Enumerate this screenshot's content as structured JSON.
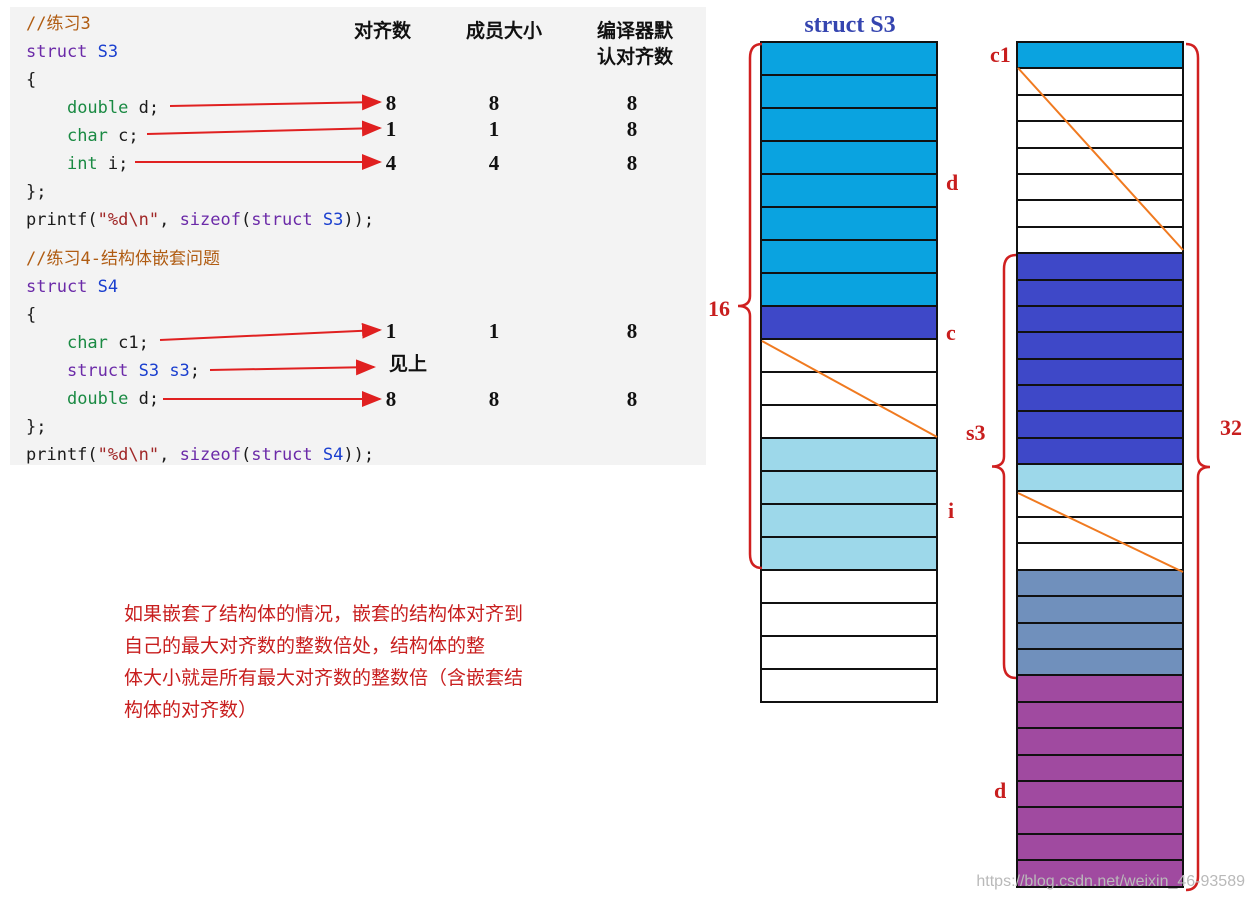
{
  "code": {
    "lines": [
      {
        "parts": [
          {
            "t": "//练习3",
            "c": "comment"
          }
        ]
      },
      {
        "parts": [
          {
            "t": "struct ",
            "c": "kw"
          },
          {
            "t": "S3",
            "c": "ident"
          }
        ]
      },
      {
        "parts": [
          {
            "t": "{",
            "c": ""
          }
        ]
      },
      {
        "parts": [
          {
            "t": "    ",
            "c": ""
          },
          {
            "t": "double",
            "c": "type"
          },
          {
            "t": " d;",
            "c": ""
          }
        ]
      },
      {
        "parts": [
          {
            "t": "    ",
            "c": ""
          },
          {
            "t": "char",
            "c": "type"
          },
          {
            "t": " c;",
            "c": ""
          }
        ]
      },
      {
        "parts": [
          {
            "t": "    ",
            "c": ""
          },
          {
            "t": "int",
            "c": "type"
          },
          {
            "t": " i;",
            "c": ""
          }
        ]
      },
      {
        "parts": [
          {
            "t": "};",
            "c": ""
          }
        ]
      },
      {
        "parts": [
          {
            "t": "printf(",
            "c": ""
          },
          {
            "t": "\"%d\\n\"",
            "c": "str"
          },
          {
            "t": ", ",
            "c": ""
          },
          {
            "t": "sizeof",
            "c": "kw"
          },
          {
            "t": "(",
            "c": ""
          },
          {
            "t": "struct",
            "c": "kw"
          },
          {
            "t": " ",
            "c": ""
          },
          {
            "t": "S3",
            "c": "ident"
          },
          {
            "t": "));",
            "c": ""
          }
        ]
      },
      {
        "parts": [
          {
            "t": "//练习4-结构体嵌套问题",
            "c": "comment"
          }
        ]
      },
      {
        "parts": [
          {
            "t": "struct ",
            "c": "kw"
          },
          {
            "t": "S4",
            "c": "ident"
          }
        ]
      },
      {
        "parts": [
          {
            "t": "{",
            "c": ""
          }
        ]
      },
      {
        "parts": [
          {
            "t": "    ",
            "c": ""
          },
          {
            "t": "char",
            "c": "type"
          },
          {
            "t": " c1;",
            "c": ""
          }
        ]
      },
      {
        "parts": [
          {
            "t": "    ",
            "c": ""
          },
          {
            "t": "struct ",
            "c": "kw"
          },
          {
            "t": "S3 s3",
            "c": "ident"
          },
          {
            "t": ";",
            "c": ""
          }
        ]
      },
      {
        "parts": [
          {
            "t": "    ",
            "c": ""
          },
          {
            "t": "double",
            "c": "type"
          },
          {
            "t": " d;",
            "c": ""
          }
        ]
      },
      {
        "parts": [
          {
            "t": "};",
            "c": ""
          }
        ]
      },
      {
        "parts": [
          {
            "t": "printf(",
            "c": ""
          },
          {
            "t": "\"%d\\n\"",
            "c": "str"
          },
          {
            "t": ", ",
            "c": ""
          },
          {
            "t": "sizeof",
            "c": "kw"
          },
          {
            "t": "(",
            "c": ""
          },
          {
            "t": "struct",
            "c": "kw"
          },
          {
            "t": " ",
            "c": ""
          },
          {
            "t": "S4",
            "c": "ident"
          },
          {
            "t": "));",
            "c": ""
          }
        ]
      }
    ]
  },
  "table": {
    "headers": {
      "align": "对齐数",
      "member_size": "成员大小",
      "default_align": "编译器默\n认对齐数"
    },
    "rows": [
      {
        "align": "8",
        "size": "8",
        "default": "8"
      },
      {
        "align": "1",
        "size": "1",
        "default": "8"
      },
      {
        "align": "4",
        "size": "4",
        "default": "8"
      },
      {
        "align": "1",
        "size": "1",
        "default": "8"
      },
      {
        "align": "见上",
        "size": "",
        "default": ""
      },
      {
        "align": "8",
        "size": "8",
        "default": "8"
      }
    ]
  },
  "note": {
    "text": "如果嵌套了结构体的情况，嵌套的结构体对齐到\n自己的最大对齐数的整数倍处，结构体的整\n体大小就是所有最大对齐数的整数倍（含嵌套结\n构体的对齐数）"
  },
  "s3_diagram": {
    "title": "struct S3",
    "size_label": "16",
    "member_labels": {
      "d": "d",
      "c": "c",
      "i": "i"
    },
    "cells": [
      "#0aa3e0",
      "#0aa3e0",
      "#0aa3e0",
      "#0aa3e0",
      "#0aa3e0",
      "#0aa3e0",
      "#0aa3e0",
      "#0aa3e0",
      "#3e48c8",
      "#ffffff",
      "#ffffff",
      "#ffffff",
      "#9dd8ea",
      "#9dd8ea",
      "#9dd8ea",
      "#9dd8ea",
      "#ffffff",
      "#ffffff",
      "#ffffff",
      "#ffffff"
    ]
  },
  "s4_diagram": {
    "size_label": "32",
    "member_labels": {
      "c1": "c1",
      "s3": "s3",
      "d": "d"
    },
    "cells": [
      "#0aa3e0",
      "#ffffff",
      "#ffffff",
      "#ffffff",
      "#ffffff",
      "#ffffff",
      "#ffffff",
      "#ffffff",
      "#3e48c8",
      "#3e48c8",
      "#3e48c8",
      "#3e48c8",
      "#3e48c8",
      "#3e48c8",
      "#3e48c8",
      "#3e48c8",
      "#9dd8ea",
      "#ffffff",
      "#ffffff",
      "#ffffff",
      "#7090bc",
      "#7090bc",
      "#7090bc",
      "#7090bc",
      "#a04aa0",
      "#a04aa0",
      "#a04aa0",
      "#a04aa0",
      "#a04aa0",
      "#a04aa0",
      "#a04aa0",
      "#a04aa0"
    ]
  },
  "colors": {
    "arrow": "#e02020",
    "brace": "#d02020",
    "padding_slash": "#f07a20"
  },
  "watermark": "https://blog.csdn.net/weixin_46-93589"
}
